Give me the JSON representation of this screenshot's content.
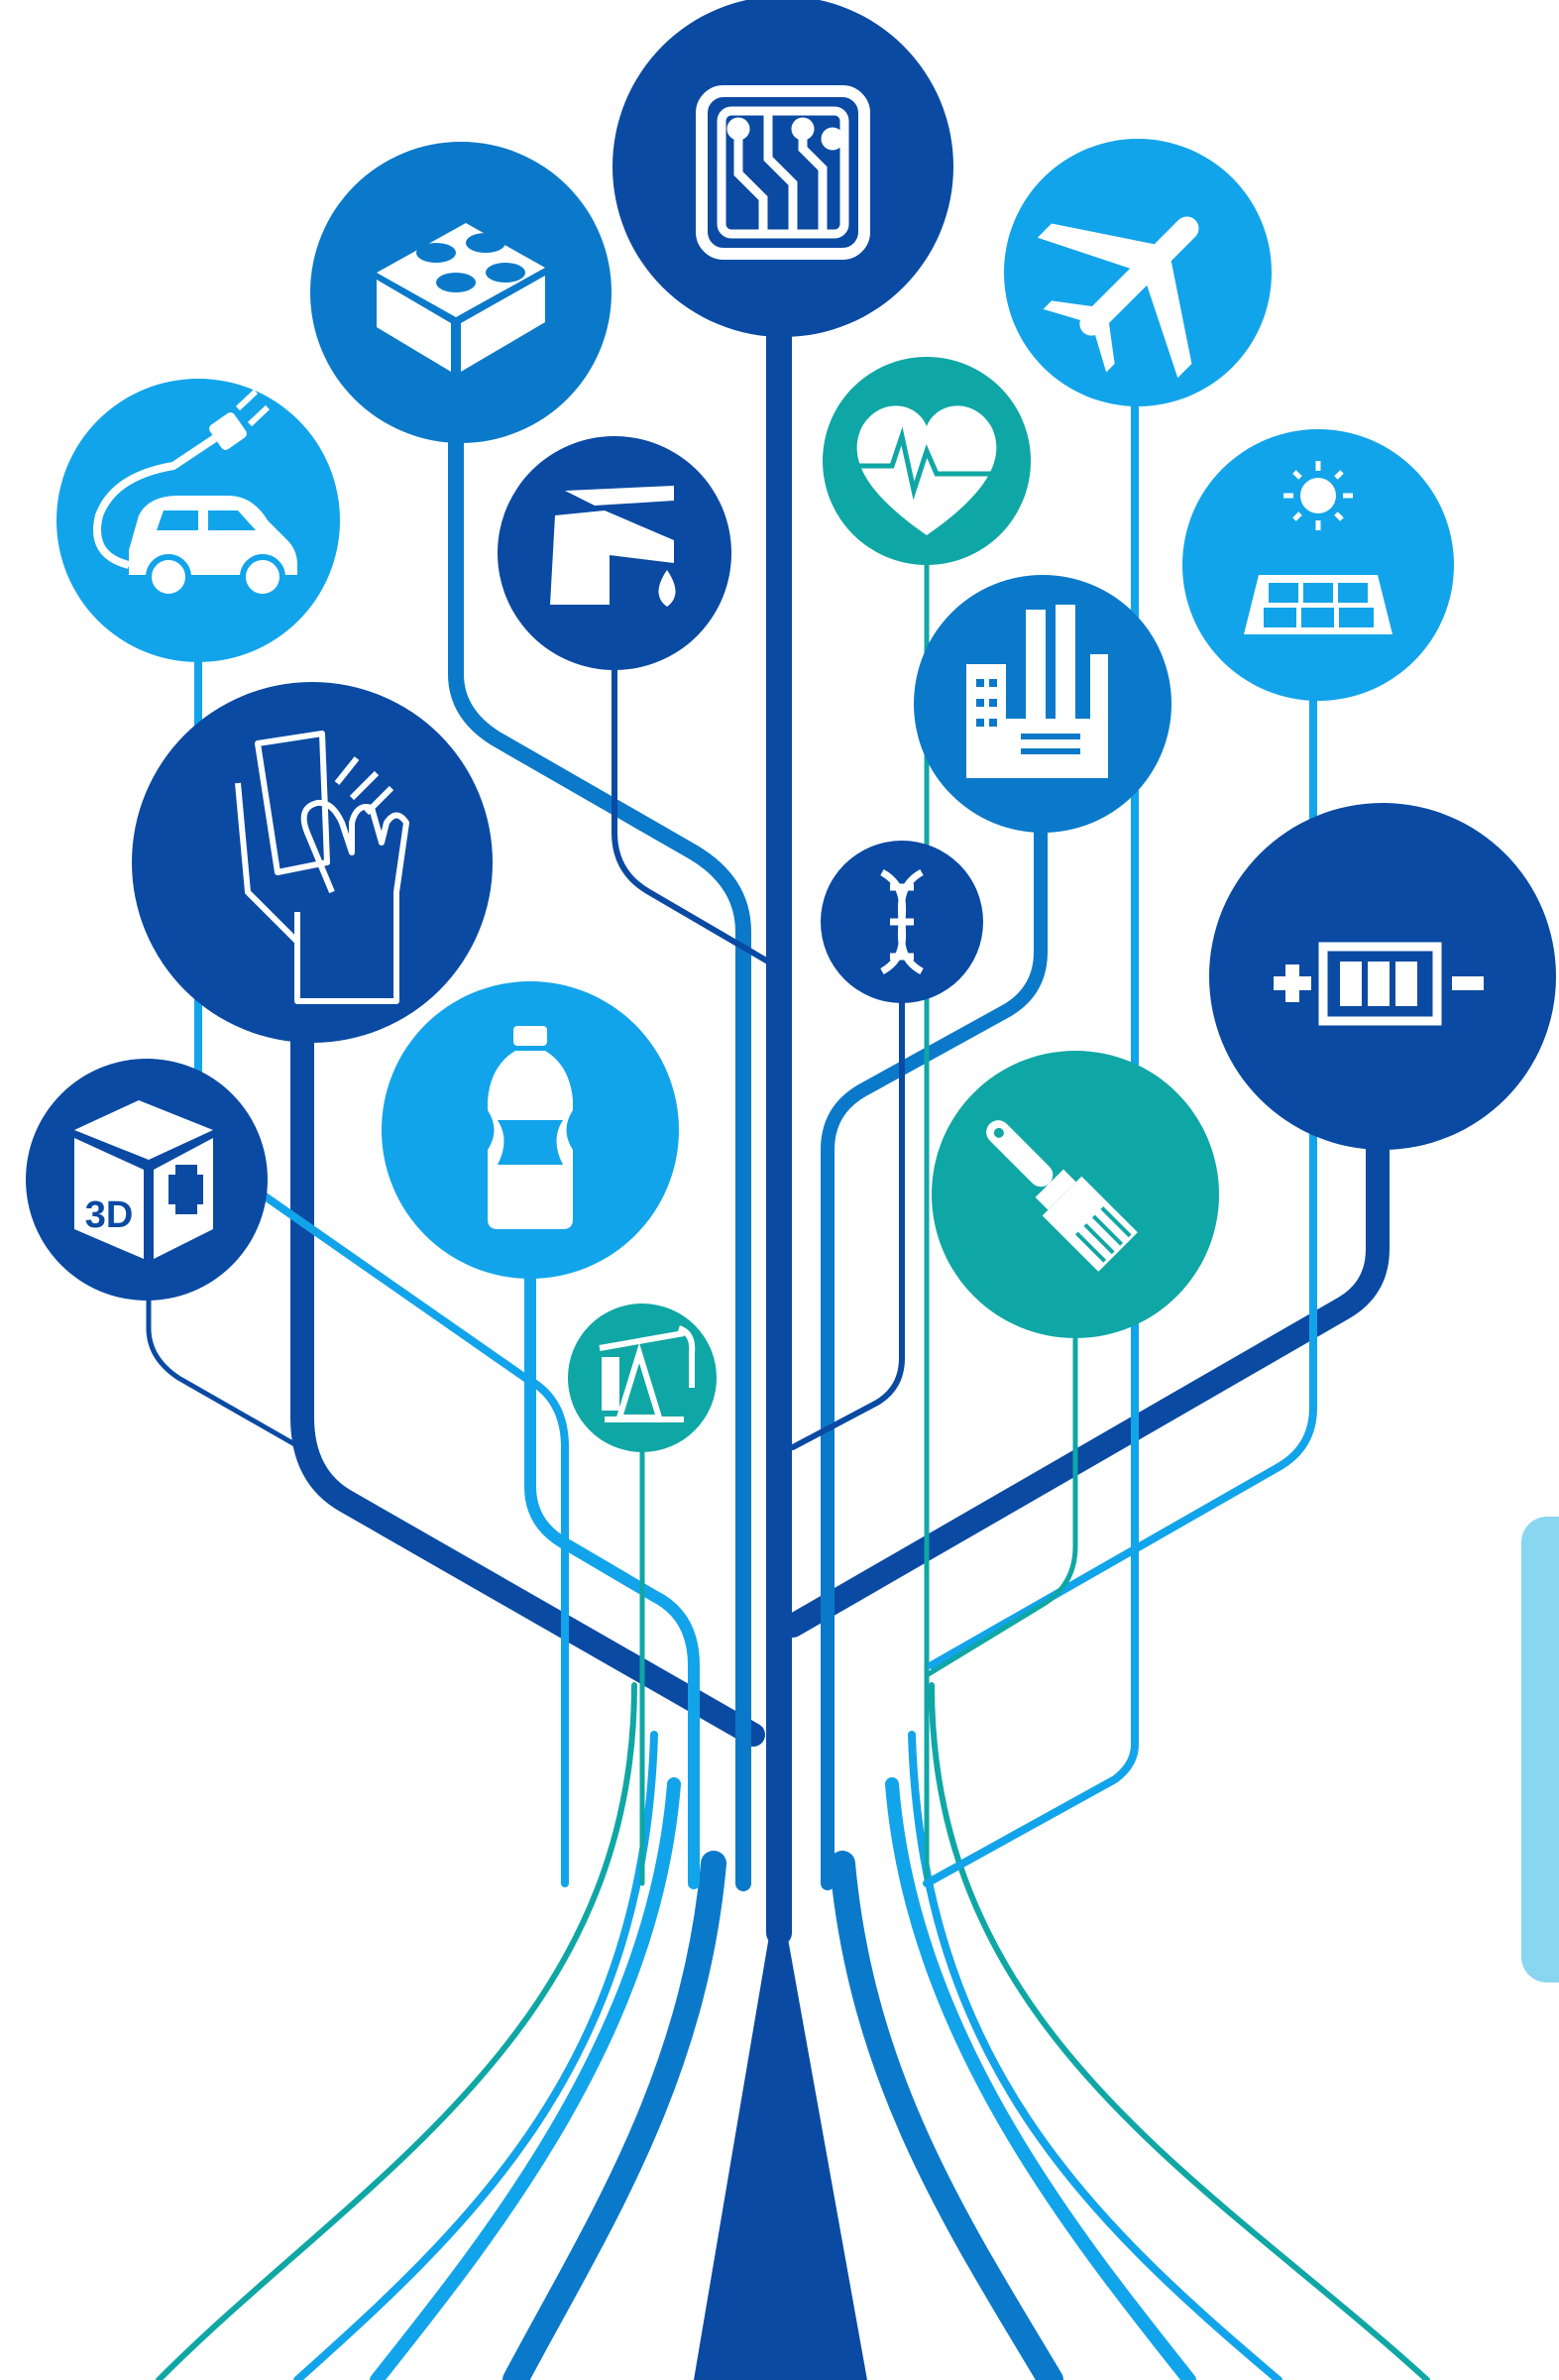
{
  "colors": {
    "dark": "#0a4aa3",
    "mid": "#0b79c9",
    "light": "#12a4ea",
    "teal": "#0fa7a5",
    "panel": "#88d6f0",
    "background": "#ffffff"
  },
  "nodes": [
    {
      "name": "circuit-chip-icon",
      "color": "dark"
    },
    {
      "name": "building-block-icon",
      "color": "mid"
    },
    {
      "name": "airplane-icon",
      "color": "light"
    },
    {
      "name": "electric-car-icon",
      "color": "light"
    },
    {
      "name": "faucet-water-drop-icon",
      "color": "dark"
    },
    {
      "name": "heart-pulse-icon",
      "color": "teal"
    },
    {
      "name": "solar-panel-icon",
      "color": "light"
    },
    {
      "name": "city-buildings-icon",
      "color": "mid"
    },
    {
      "name": "gloved-hand-wipe-icon",
      "color": "dark"
    },
    {
      "name": "dna-helix-icon",
      "color": "dark"
    },
    {
      "name": "battery-icon",
      "color": "dark"
    },
    {
      "name": "3d-printer-cube-icon",
      "color": "dark"
    },
    {
      "name": "plastic-bottle-icon",
      "color": "light"
    },
    {
      "name": "paint-brush-icon",
      "color": "teal"
    },
    {
      "name": "oil-pump-icon",
      "color": "teal"
    }
  ],
  "labels": {
    "printer_cube_text": "3D"
  }
}
